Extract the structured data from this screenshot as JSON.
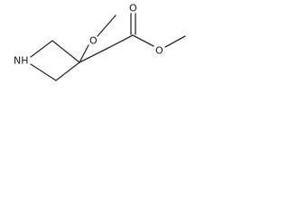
{
  "molecule": {
    "atoms": {
      "ring_nitrogen": "NH",
      "methoxy_oxygen": "O",
      "carbonyl_oxygen": "O",
      "ester_oxygen": "O"
    }
  }
}
